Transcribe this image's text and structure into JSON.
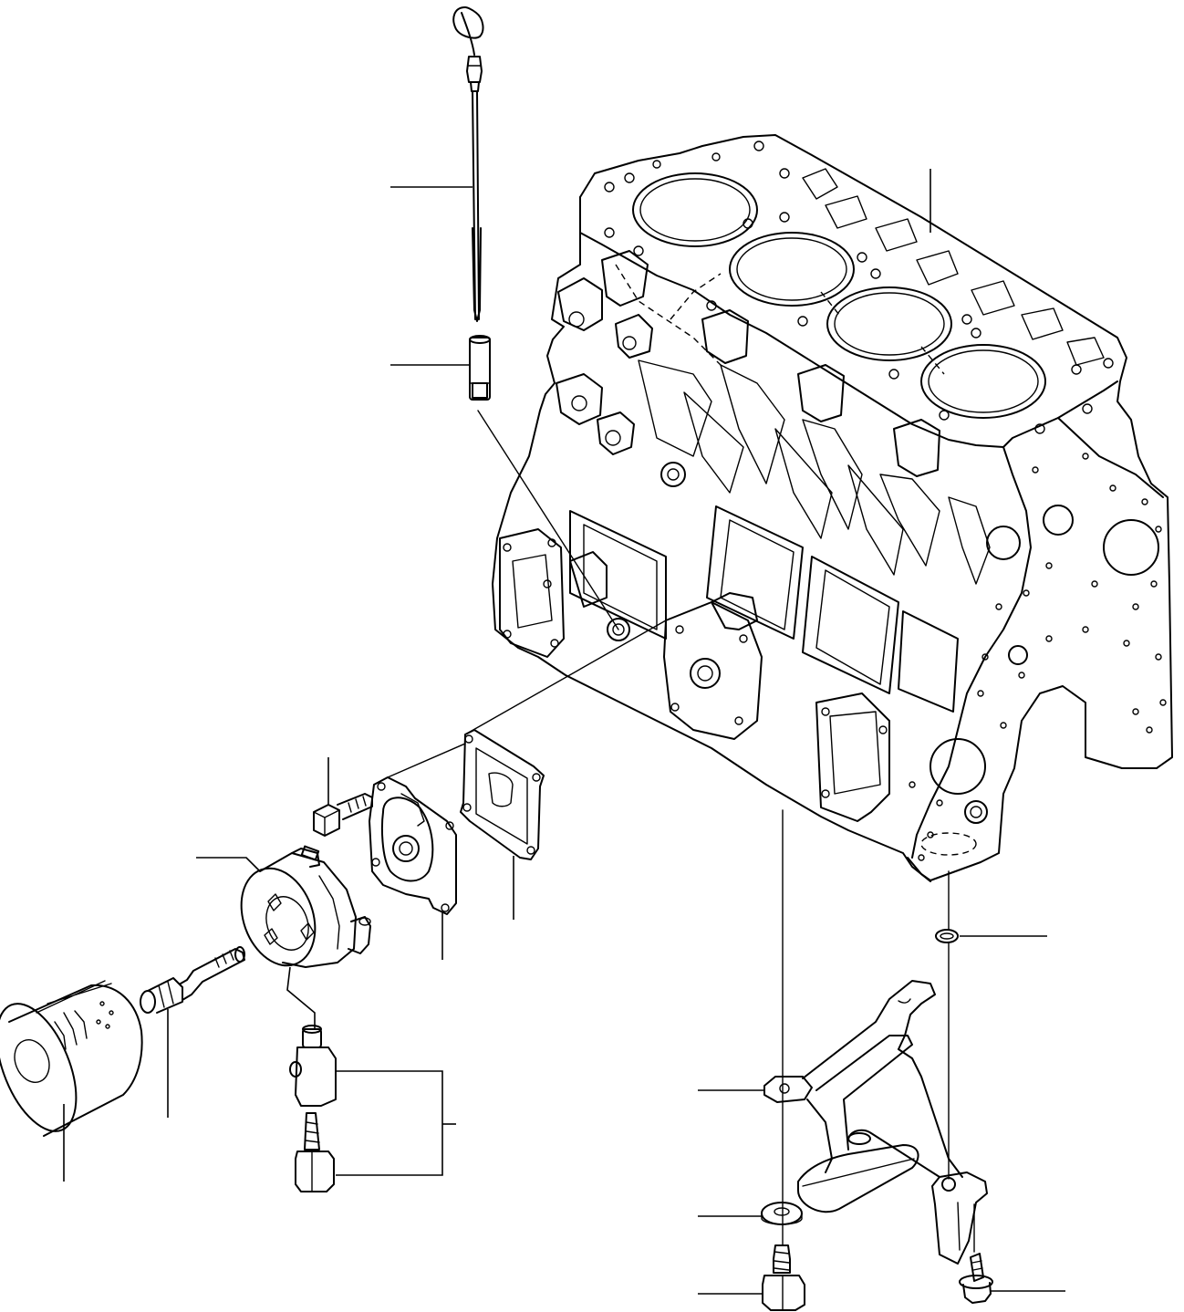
{
  "diagram": {
    "parts": [
      {
        "name": "cylinder-block"
      },
      {
        "name": "oil-level-gauge"
      },
      {
        "name": "gauge-guide"
      },
      {
        "name": "gasket"
      },
      {
        "name": "oil-filter-bracket"
      },
      {
        "name": "bracket-bolt"
      },
      {
        "name": "oil-cooler"
      },
      {
        "name": "center-pipe"
      },
      {
        "name": "oil-filter-cartridge"
      },
      {
        "name": "union-joint-set"
      },
      {
        "name": "o-ring"
      },
      {
        "name": "oil-strainer"
      },
      {
        "name": "washer"
      },
      {
        "name": "strainer-bolt"
      },
      {
        "name": "flange-bolt"
      }
    ]
  }
}
